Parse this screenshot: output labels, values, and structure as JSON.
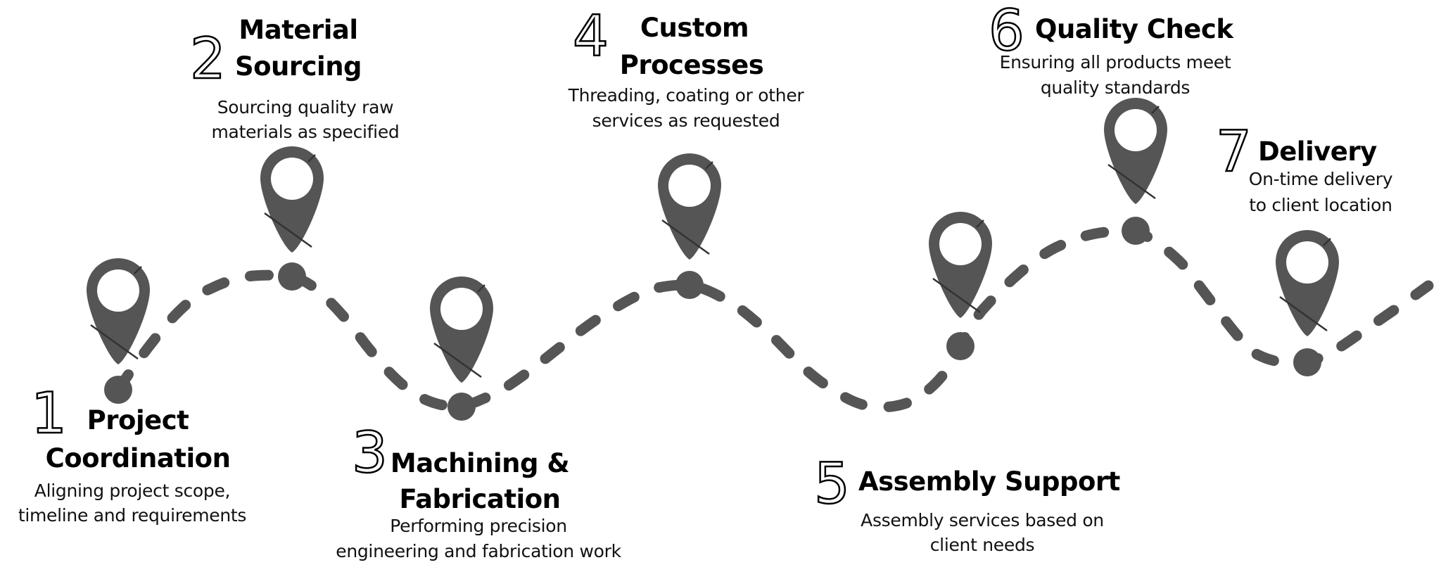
{
  "diagram": {
    "type": "roadmap",
    "colors": {
      "marker": "#555555",
      "marker_shadow": "#333333",
      "text": "#000000",
      "background": "#ffffff"
    },
    "steps": [
      {
        "number": "1",
        "title_lines": [
          "Project",
          "Coordination"
        ],
        "description_lines": [
          "Aligning project scope,",
          "timeline and requirements"
        ]
      },
      {
        "number": "2",
        "title_lines": [
          "Material",
          "Sourcing"
        ],
        "description_lines": [
          "Sourcing quality raw",
          "materials as specified"
        ]
      },
      {
        "number": "3",
        "title_lines": [
          "Machining &",
          "Fabrication"
        ],
        "description_lines": [
          "Performing precision",
          "engineering and fabrication work"
        ]
      },
      {
        "number": "4",
        "title_lines": [
          "Custom",
          "Processes"
        ],
        "description_lines": [
          "Threading, coating or other",
          "services as requested"
        ]
      },
      {
        "number": "5",
        "title_lines": [
          "Assembly Support"
        ],
        "description_lines": [
          "Assembly services based on",
          "client needs"
        ]
      },
      {
        "number": "6",
        "title_lines": [
          "Quality Check"
        ],
        "description_lines": [
          "Ensuring all products meet",
          "quality standards"
        ]
      },
      {
        "number": "7",
        "title_lines": [
          "Delivery"
        ],
        "description_lines": [
          "On-time delivery",
          "to client location"
        ]
      }
    ]
  }
}
